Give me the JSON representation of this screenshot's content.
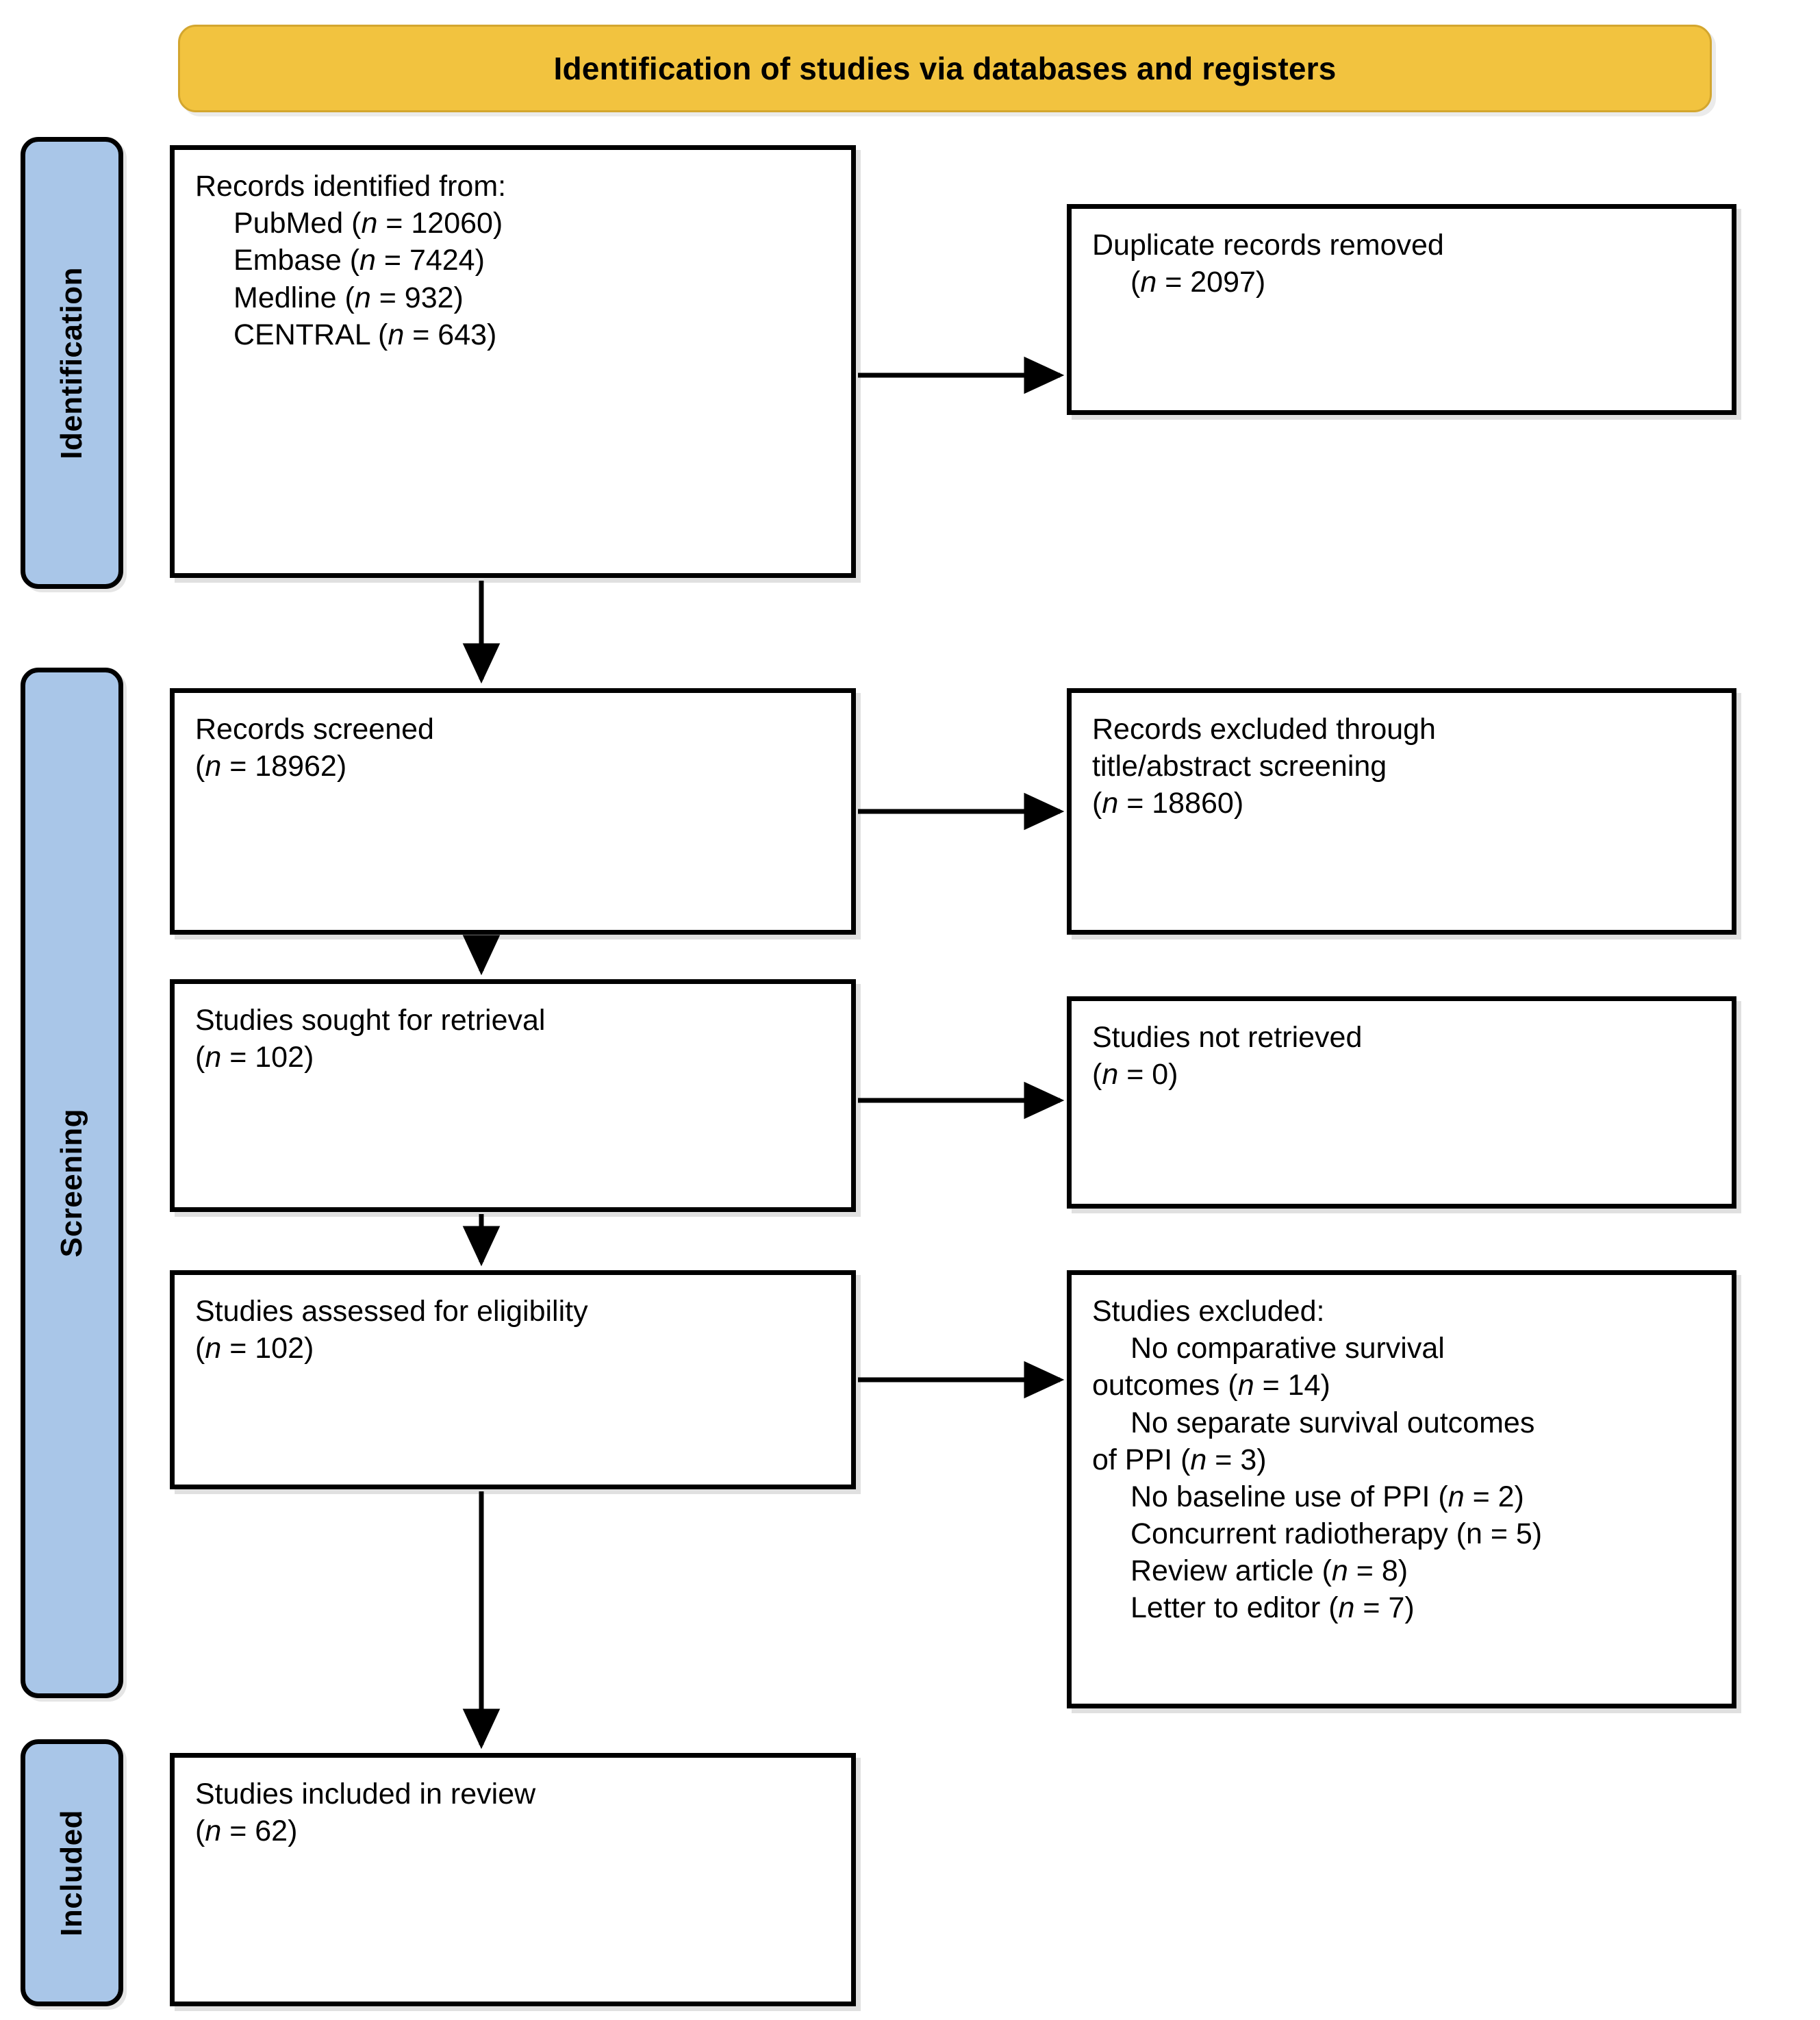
{
  "header": {
    "title": "Identification of studies via databases and registers",
    "banner_color": "#F2C33F",
    "banner_border_color": "#D3A62F"
  },
  "stages": {
    "accent_color": "#A9C6E8",
    "items": [
      {
        "key": "identification",
        "label": "Identification"
      },
      {
        "key": "screening",
        "label": "Screening"
      },
      {
        "key": "included",
        "label": "Included"
      }
    ]
  },
  "flow": {
    "left_column": [
      {
        "key": "records-identified",
        "lines": [
          {
            "text": "Records identified from:",
            "indent": false
          },
          {
            "text": "PubMed (",
            "indent": true,
            "ital": "n",
            "tail": " = 12060)"
          },
          {
            "text": "Embase (",
            "indent": true,
            "ital": "n",
            "tail": " = 7424)"
          },
          {
            "text": "Medline (",
            "indent": true,
            "ital": "n",
            "tail": " = 932)"
          },
          {
            "text": "CENTRAL (",
            "indent": true,
            "ital": "n",
            "tail": " = 643)"
          }
        ]
      },
      {
        "key": "records-screened",
        "lines": [
          {
            "text": "Records screened",
            "indent": false
          },
          {
            "text": "(",
            "indent": false,
            "ital": "n",
            "tail": " = 18962)"
          }
        ]
      },
      {
        "key": "studies-sought",
        "lines": [
          {
            "text": "Studies sought for retrieval",
            "indent": false
          },
          {
            "text": "(",
            "indent": false,
            "ital": "n",
            "tail": " = 102)"
          }
        ]
      },
      {
        "key": "studies-assessed",
        "lines": [
          {
            "text": "Studies assessed for eligibility",
            "indent": false
          },
          {
            "text": "(",
            "indent": false,
            "ital": "n",
            "tail": " = 102)"
          }
        ]
      },
      {
        "key": "studies-included",
        "lines": [
          {
            "text": "Studies included in review",
            "indent": false
          },
          {
            "text": "(",
            "indent": false,
            "ital": "n",
            "tail": " = 62)"
          }
        ]
      }
    ],
    "right_column": [
      {
        "key": "duplicates-removed",
        "lines": [
          {
            "text": "Duplicate records removed",
            "indent": false
          },
          {
            "text": "(",
            "indent": true,
            "ital": "n",
            "tail": " = 2097)"
          }
        ]
      },
      {
        "key": "records-excluded",
        "lines": [
          {
            "text": "Records excluded through",
            "indent": false
          },
          {
            "text": "title/abstract screening",
            "indent": false
          },
          {
            "text": "(",
            "indent": false,
            "ital": "n",
            "tail": " = 18860)"
          }
        ]
      },
      {
        "key": "studies-not-retrieved",
        "lines": [
          {
            "text": "Studies not retrieved",
            "indent": false
          },
          {
            "text": "(",
            "indent": false,
            "ital": "n",
            "tail": " = 0)"
          }
        ]
      },
      {
        "key": "studies-excluded-detail",
        "lines": [
          {
            "text": "Studies excluded:",
            "indent": false
          },
          {
            "text": "No comparative survival",
            "indent": true
          },
          {
            "text": "outcomes (",
            "indent": false,
            "ital": "n",
            "tail": " = 14)"
          },
          {
            "text": "No separate survival outcomes",
            "indent": true
          },
          {
            "text": "of PPI (",
            "indent": false,
            "ital": "n",
            "tail": " = 3)"
          },
          {
            "text": "No baseline use of PPI (",
            "indent": true,
            "ital": "n",
            "tail": " = 2)"
          },
          {
            "text": "Concurrent radiotherapy (n = 5)",
            "indent": true
          },
          {
            "text": "Review article (",
            "indent": true,
            "ital": "n",
            "tail": " = 8)"
          },
          {
            "text": "Letter to editor (",
            "indent": true,
            "ital": "n",
            "tail": " = 7)"
          }
        ]
      }
    ]
  }
}
